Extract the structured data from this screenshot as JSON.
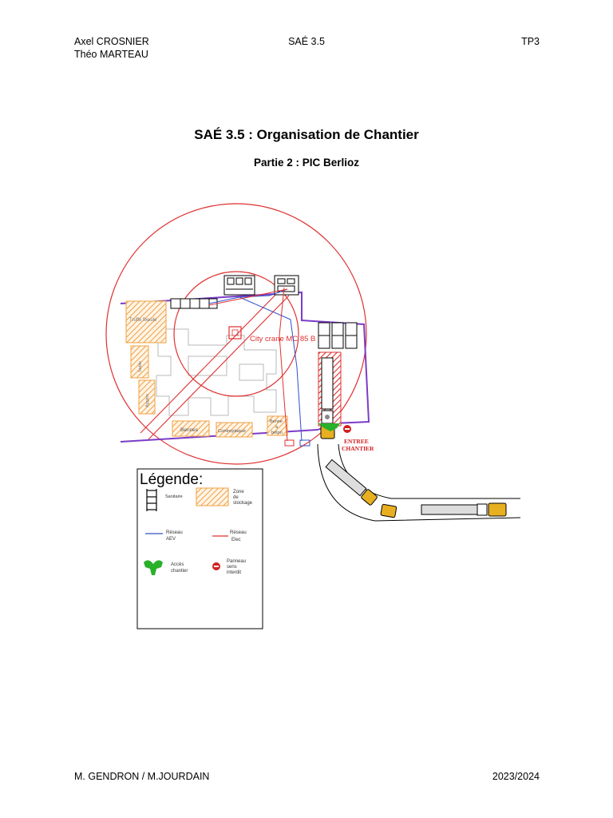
{
  "header": {
    "authors": [
      "Axel CROSNIER",
      "Théo MARTEAU"
    ],
    "course": "SAÉ 3.5",
    "tp": "TP3"
  },
  "document": {
    "title": "SAÉ 3.5 : Organisation de Chantier",
    "subtitle": "Partie 2 : PIC Berlioz"
  },
  "plan": {
    "crane_label": "City crane MC 85 B",
    "zones": {
      "truffe": "Truffe fixeule",
      "zone_left_1": "Sable",
      "zone_left_2": "Agglos",
      "bennes": "Bennes",
      "contreplaque": "Contreplaqué",
      "benne_beton": [
        "Benne",
        "à",
        "béton"
      ]
    },
    "entree": [
      "ENTREE",
      "CHANTIER"
    ],
    "colors": {
      "crane_circle": "#e03030",
      "site_boundary": "#7a3cc8",
      "storage": "#f0a040",
      "aev": "#3050c8",
      "elec": "#e03030",
      "access": "#2ab02a",
      "forbidden": "#d02020",
      "truck": "#e8b020",
      "entree_text": "#d02020"
    }
  },
  "legend": {
    "title": "Légende:",
    "items": {
      "sanitaire": "Sanitaire",
      "zone_stockage": [
        "Zone",
        "de",
        "stockage"
      ],
      "reseau_aev": [
        "Réseau",
        "AEV"
      ],
      "reseau_elec": [
        "Réseau",
        "Elec"
      ],
      "acces_chantier": [
        "Accès",
        "chantier"
      ],
      "panneau": [
        "Panneau",
        "sens",
        "interdit"
      ]
    }
  },
  "footer": {
    "teachers": "M. GENDRON / M.JOURDAIN",
    "year": "2023/2024"
  }
}
